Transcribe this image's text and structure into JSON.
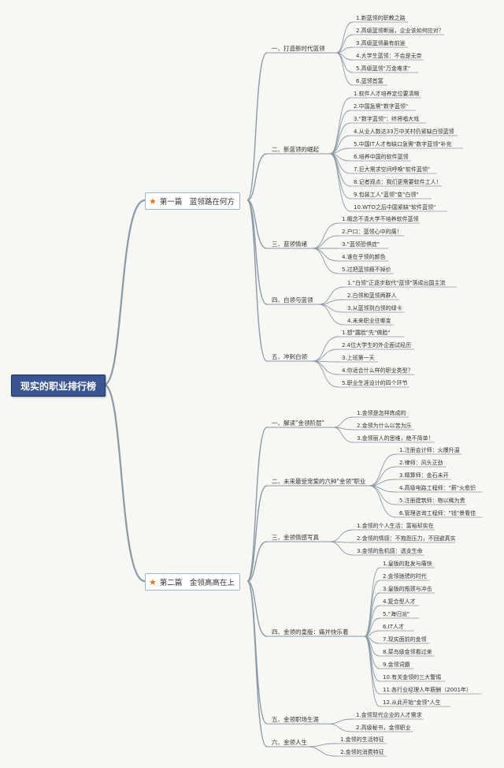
{
  "root": "现实的职业排行榜",
  "parts": [
    {
      "label": "第一篇　蓝领路在何方",
      "icon": "star-icon",
      "sections": [
        {
          "label": "一、打造新时代蓝领",
          "items": [
            "1.新蓝领的职教之路",
            "2.高级蓝领断层，企业该如何应对？",
            "3.高级蓝领最有前途",
            "4.大学生蓝领：不会是无奈",
            "5.高级蓝领\"万金难求\"",
            "6.蓝领首富"
          ]
        },
        {
          "label": "二、新蓝领的崛起",
          "items": [
            "1.软件人才培养定位要清晰",
            "2.中国急需\"数字蓝领\"",
            "3.\"数字蓝领\"：终将唱大戏",
            "4.从业人数达33万中关村仍紧缺白领蓝领",
            "5.中国IT人才有缺口急需\"数字蓝领\"补充",
            "6.培养中国的软件蓝领",
            "7.巨大需求空间呼唤\"软件蓝领\"",
            "8.记者观点：我们更需要软件工人！",
            "9.包装工人\"蓝领\"变\"白领\"",
            "10.WTO之后中国紧缺\"软件蓝领\""
          ]
        },
        {
          "label": "三、蓝领情绪",
          "items": [
            "1.概念不清大学不培养软件蓝领",
            "2.户口：蓝领心中的痛！",
            "3.\"蓝领恐惧症\"",
            "4.谁在乎领的颜色",
            "5.过把蓝领瘾不掉价"
          ]
        },
        {
          "label": "四、白领与蓝领",
          "items": [
            "1.\"白领\"正逐步取代\"蓝领\"落成出国主流",
            "2.白领和蓝领两群人",
            "3.从蓝领到白领的绿卡",
            "4.未来职业往哪变"
          ]
        },
        {
          "label": "五、冲刺白领",
          "items": [
            "1.想\"露脸\"先\"做脸\"",
            "2.4位大学生的外企面试经历",
            "3.上班第一天",
            "4.你适合什么样的职业类型？",
            "5.职业生涯设计的四个环节"
          ]
        }
      ]
    },
    {
      "label": "第二篇　金领高高在上",
      "icon": "star-icon",
      "sections": [
        {
          "label": "一、解读\"金领阶层\"",
          "items": [
            "1.金领是怎样炼成的",
            "2.金领为什么以苦为乐",
            "3.金领丽人的思维，绝不简单！"
          ]
        },
        {
          "label": "二、未来最受宠爱的六种\"金领\"职业",
          "items": [
            "1.注册会计师：火爆升温",
            "2.律师：风头正劲",
            "3.精算师：金石未开",
            "4.高级电路工程师：\"薪\"火愈炽",
            "5.注册建筑师：物以稀为贵",
            "6.管理咨询工程师：\"钱\"景看佳"
          ]
        },
        {
          "label": "三、金领情感写真",
          "items": [
            "1.金领的个人生活：富裕却实在",
            "2.金领的情感：不抱怨压力，不回避真实",
            "3.金领的危机感：透支生命"
          ]
        },
        {
          "label": "四、金领的皇版：痛并快乐着",
          "items": [
            "1.皇版的批发与痛快",
            "2.金领驰骋的时代",
            "3.皇版的瓶颈与冲击",
            "4.复合型人才",
            "5.\"海归派\"",
            "6.IT人才",
            "7.现实面前的金领",
            "8.菜鸟级金领看过来",
            "9.金领词霸",
            "10.有关金领的三大警惕",
            "11.各行业经理人年薪酬（2001年）",
            "12.从此开始\"金领\"人生"
          ]
        },
        {
          "label": "五、金领职场生涯",
          "items": [
            "1.金领现代企业的人才需求",
            "2.高级秘书，金领职业"
          ]
        },
        {
          "label": "六、金领人生",
          "items": [
            "1.金领的生活特征",
            "2.金领的消费特征"
          ]
        }
      ]
    }
  ]
}
